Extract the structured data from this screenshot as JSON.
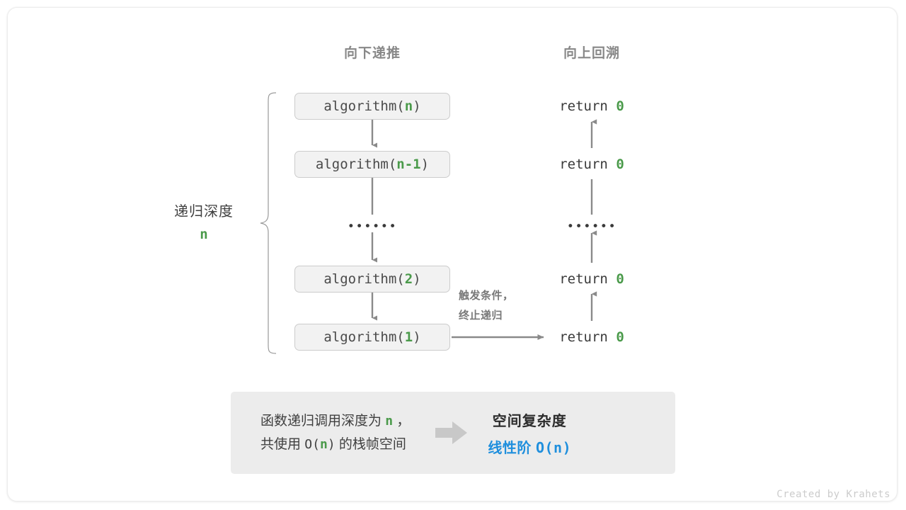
{
  "headings": {
    "down": "向下递推",
    "up": "向上回溯"
  },
  "depth": {
    "label": "递归深度",
    "value": "n"
  },
  "calls": [
    {
      "name": "algorithm(",
      "arg": "n",
      "close": ")"
    },
    {
      "name": "algorithm(",
      "arg": "n-1",
      "close": ")"
    },
    {
      "name": "algorithm(",
      "arg": "2",
      "close": ")"
    },
    {
      "name": "algorithm(",
      "arg": "1",
      "close": ")"
    }
  ],
  "ellipsis": "••••••",
  "returns": [
    {
      "keyword": "return ",
      "value": "0"
    },
    {
      "keyword": "return ",
      "value": "0"
    },
    {
      "keyword": "return ",
      "value": "0"
    },
    {
      "keyword": "return ",
      "value": "0"
    }
  ],
  "trigger_note": {
    "line1": "触发条件，",
    "line2": "终止递归"
  },
  "summary": {
    "left_line1_pre": "函数递归调用深度为 ",
    "left_line1_n": "n",
    "left_line1_post": " ，",
    "left_line2_pre": "共使用 ",
    "left_line2_mono_open": "O(",
    "left_line2_n": "n",
    "left_line2_mono_close": ")",
    "left_line2_post": " 的栈帧空间",
    "arrow_icon": "right-block-arrow-icon",
    "title": "空间复杂度",
    "value_prefix": "线性阶 ",
    "value_mono": "O(n)"
  },
  "credit": "Created by Krahets",
  "colors": {
    "green": "#4a9a4a",
    "blue": "#1f8fdd",
    "gray_heading": "#888888",
    "box_fill": "#f2f2f2",
    "box_border": "#cccccc",
    "panel_fill": "#ececec",
    "arrow_gray": "#8a8a8a",
    "credit_gray": "#cccccc"
  }
}
